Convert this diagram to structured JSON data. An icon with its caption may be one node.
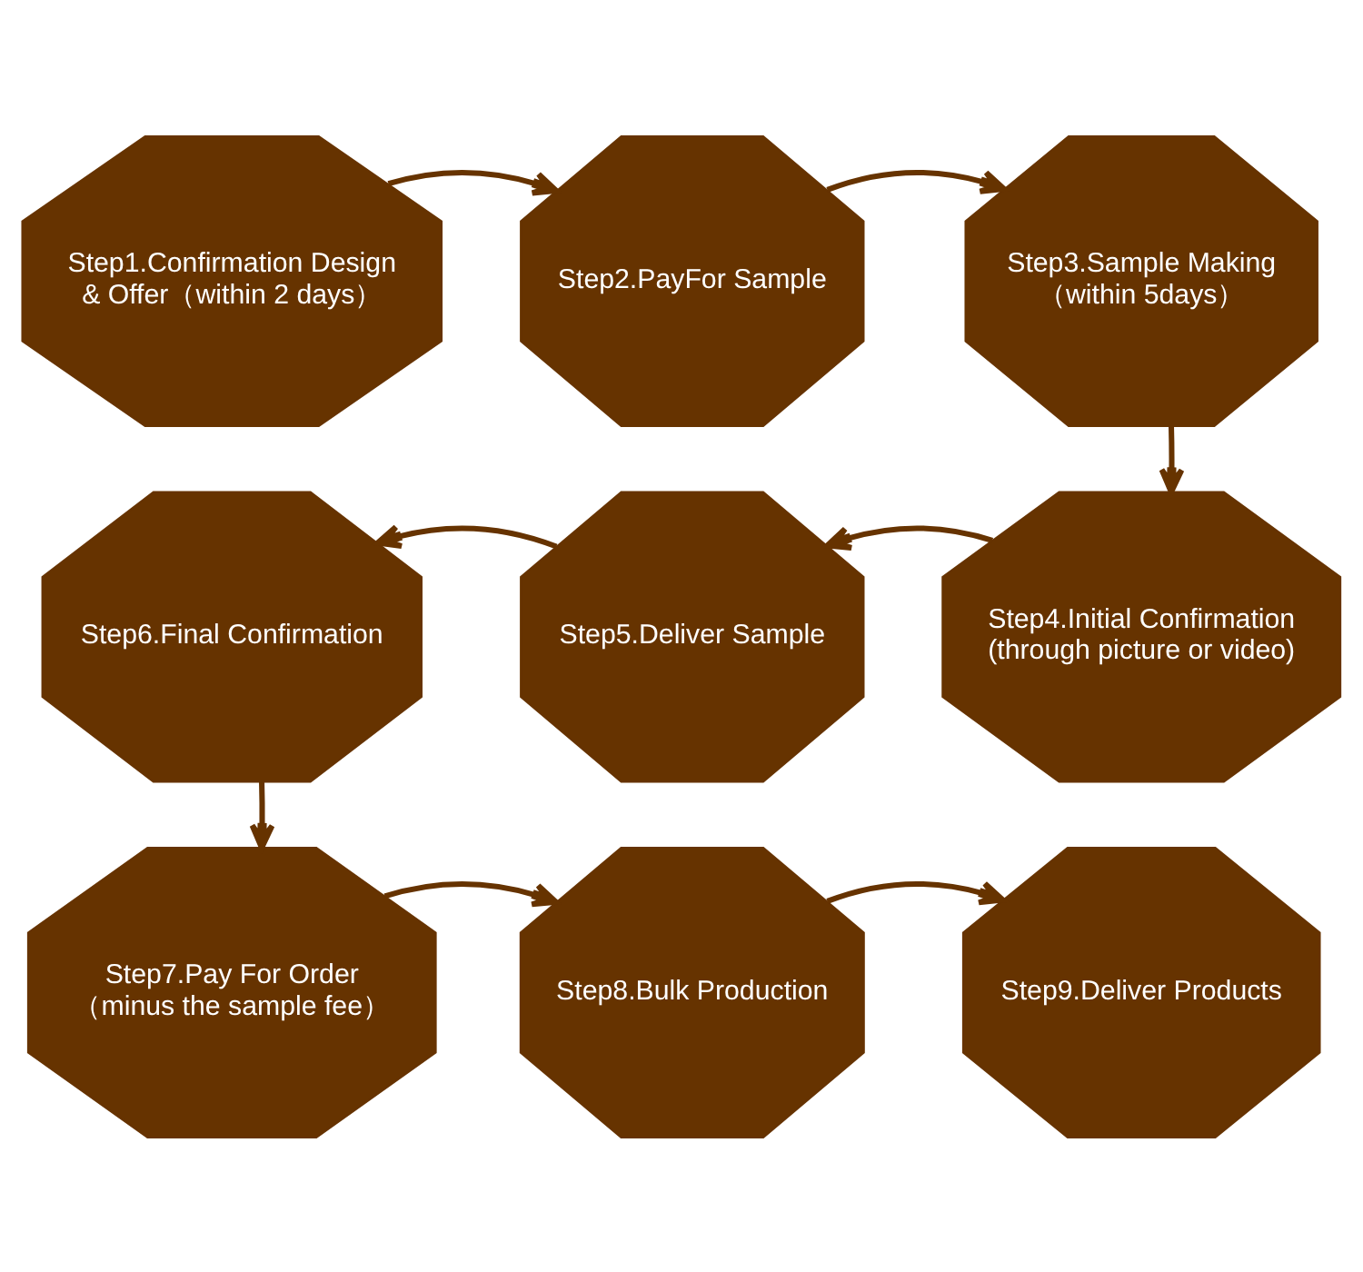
{
  "diagram": {
    "nodes": [
      {
        "text": [
          "Step1.Confirmation Design & Offer（within 2 days）"
        ]
      },
      {
        "text": [
          "Step2.PayFor Sample"
        ]
      },
      {
        "text": [
          "Step3.Sample Making",
          "（within 5days）"
        ]
      },
      {
        "text": [
          "Step4.Initial Confirmation",
          "(through picture or video)"
        ]
      },
      {
        "text": [
          "Step5.Deliver Sample"
        ]
      },
      {
        "text": [
          "Step6.Final Confirmation"
        ]
      },
      {
        "text": [
          "Step7.Pay For Order",
          "（minus the sample fee）"
        ]
      },
      {
        "text": [
          "Step8.Bulk Production"
        ]
      },
      {
        "text": [
          "Step9.Deliver Products"
        ]
      }
    ],
    "edges": [
      {
        "from": 0,
        "to": 1,
        "arrow": "to"
      },
      {
        "from": 1,
        "to": 2,
        "arrow": "to"
      },
      {
        "from": 2,
        "to": 3,
        "arrow": "to"
      },
      {
        "from": 3,
        "to": 4,
        "arrow": "to"
      },
      {
        "from": 4,
        "to": 5,
        "arrow": "to"
      },
      {
        "from": 5,
        "to": 6,
        "arrow": "to"
      },
      {
        "from": 6,
        "to": 7,
        "arrow": "to"
      },
      {
        "from": 7,
        "to": 8,
        "arrow": "to"
      }
    ]
  }
}
